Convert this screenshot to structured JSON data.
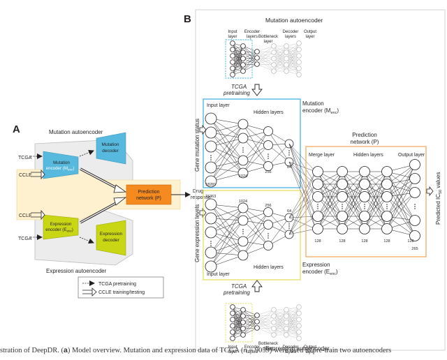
{
  "panel_a": {
    "letter": "A",
    "mutation_ae_title": "Mutation autoencoder",
    "expression_ae_title": "Expression autoencoder",
    "mutation_encoder": [
      "Mutation",
      "encoder (M",
      "enc",
      ")"
    ],
    "mutation_decoder": [
      "Mutation",
      "decoder"
    ],
    "expression_encoder": [
      "Expression",
      "encoder (E",
      "enc",
      ")"
    ],
    "expression_decoder": [
      "Expression",
      "decoder"
    ],
    "prediction_network": [
      "Prediction",
      "network (P)"
    ],
    "drug_response": [
      "Drug",
      "response"
    ],
    "inputs": {
      "tcga_top": "TCGA",
      "ccle_top": "CCLE",
      "ccle_bottom": "CCLE",
      "tcga_bottom": "TCGA"
    },
    "legend": {
      "tcga": "TCGA pretraining",
      "ccle": "CCLE training/testing"
    }
  },
  "panel_b": {
    "letter": "B",
    "top_ae_title": "Mutation autoencoder",
    "bottom_ae_title": "Expression autoencoder",
    "ae_labels": {
      "input": [
        "Input",
        "layer"
      ],
      "encoder": [
        "Encoder",
        "layers"
      ],
      "bottleneck": [
        "Bottleneck",
        "layer"
      ],
      "decoder": [
        "Decoder",
        "layers"
      ],
      "output": [
        "Output",
        "layer"
      ]
    },
    "tcga_pretraining": [
      "TCGA",
      "pretraining"
    ],
    "mutation_encoder": {
      "label": [
        "Mutation",
        "encoder (M",
        "enc",
        ")"
      ],
      "input_layer": "Input layer",
      "hidden_layers": "Hidden layers",
      "input_size": "18281",
      "sizes": [
        "1024",
        "256",
        "64"
      ]
    },
    "expression_encoder": {
      "label": [
        "Expression",
        "encoder (E",
        "enc",
        ")"
      ],
      "input_layer": "Input layer",
      "hidden_layers": "Hidden layers",
      "input_size": "15363",
      "sizes": [
        "1024",
        "256",
        "64"
      ]
    },
    "side_labels": {
      "mutation": "Gene mutation status",
      "expression": "Gene expression levels"
    },
    "prediction": {
      "title": [
        "Prediction",
        "network (P)"
      ],
      "merge_layer": "Merge layer",
      "hidden_layers": "Hidden layers",
      "output_layer": "Output layer",
      "sizes": [
        "128",
        "128",
        "128",
        "128",
        "128",
        "265"
      ]
    },
    "output_label": [
      "Predicted IC",
      "50",
      " values"
    ]
  },
  "caption": {
    "prefix": "stration of DeepDR. (",
    "bold_a": "a",
    "middle": ") Model overview. Mutation and expression data of TCGA (",
    "n_italic": "n",
    "suffix": " = 9059) were used to pre-train two autoencoders"
  },
  "colors": {
    "mutation_blue": "#56b9dd",
    "expression_yellow": "#c9d613",
    "prediction_orange": "#f58a1f",
    "mut_box": "#35aee0",
    "exp_box": "#e2dc55",
    "pred_box": "#f5a55a",
    "ccle_band": "#fdf1cf"
  }
}
